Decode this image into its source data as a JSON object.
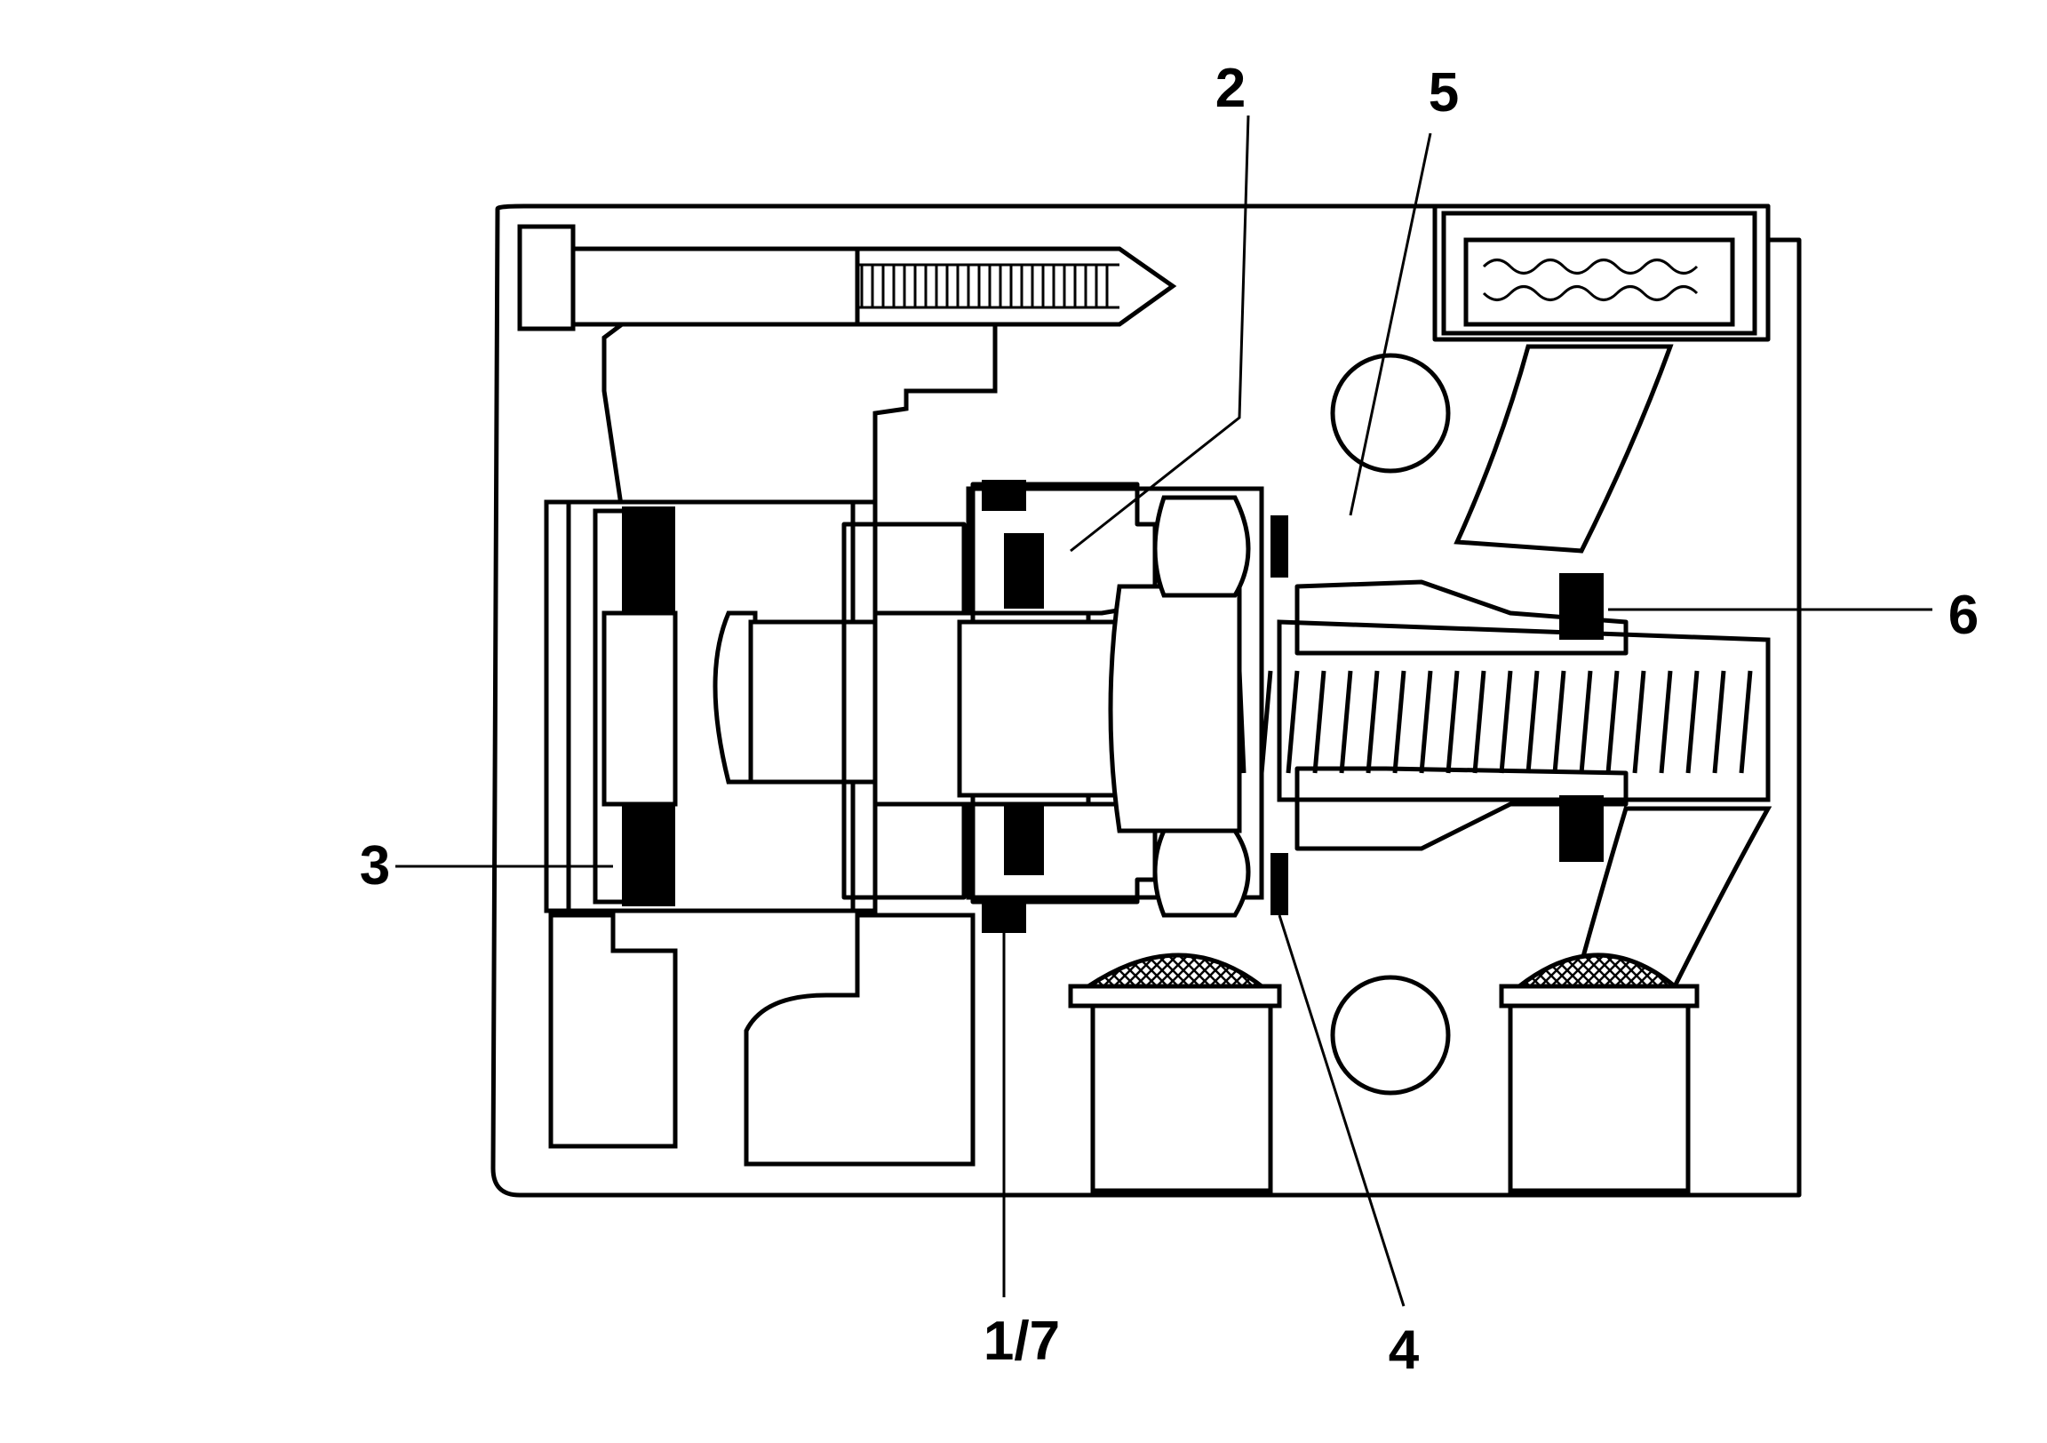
{
  "diagram": {
    "callouts": [
      {
        "id": "2",
        "label": "2"
      },
      {
        "id": "5",
        "label": "5"
      },
      {
        "id": "6",
        "label": "6"
      },
      {
        "id": "3",
        "label": "3"
      },
      {
        "id": "1-7",
        "label": "1/7"
      },
      {
        "id": "4",
        "label": "4"
      }
    ]
  }
}
